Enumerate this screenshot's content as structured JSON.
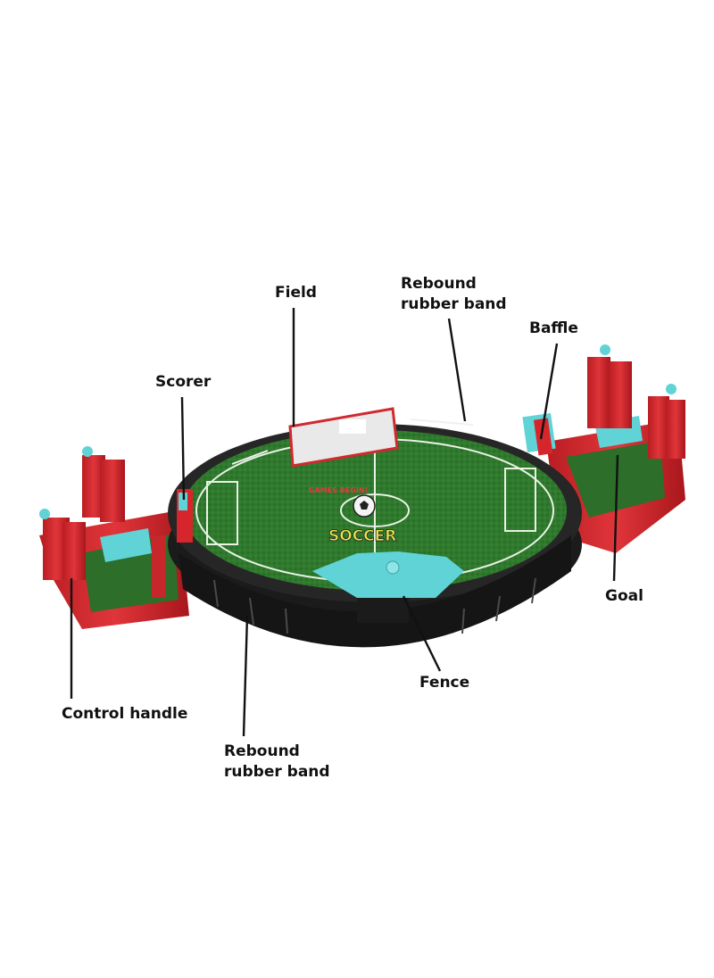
{
  "callouts": {
    "field": "Field",
    "rebound_top_line1": "Rebound",
    "rebound_top_line2": "rubber band",
    "baffle": "Baffle",
    "scorer": "Scorer",
    "goal": "Goal",
    "fence": "Fence",
    "control_handle": "Control handle",
    "rebound_bottom_line1": "Rebound",
    "rebound_bottom_line2": "rubber band"
  },
  "product_artwork": {
    "logo_text_1": "SOCCER",
    "logo_text_2": "GAMES BEGIN!"
  },
  "colors": {
    "background": "#ffffff",
    "pitch_green": "#2f7a2c",
    "pitch_dark": "#1f5a1f",
    "frame_black": "#1b1b1b",
    "goal_red": "#d6262b",
    "accent_cyan": "#5fd3d6",
    "leader_line": "#111111"
  }
}
